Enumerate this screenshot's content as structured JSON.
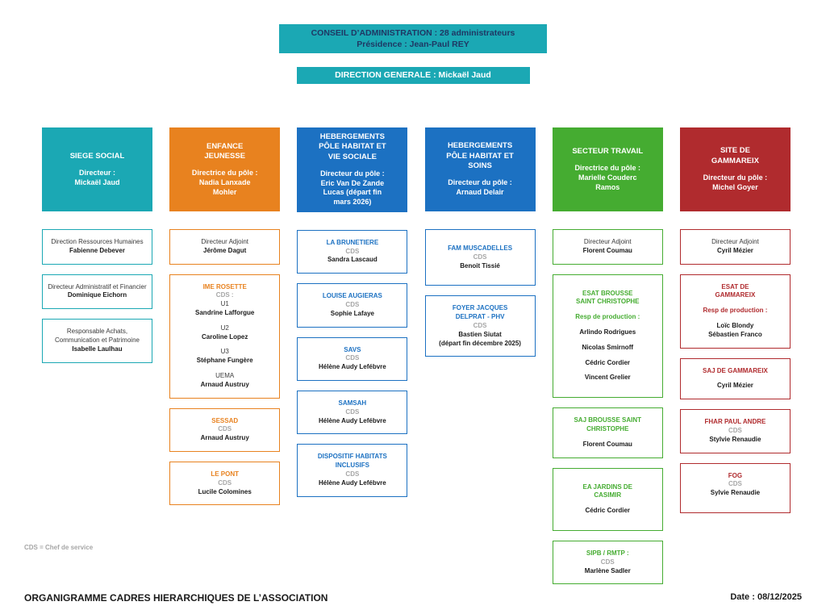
{
  "top": {
    "conseil": {
      "line1": "CONSEIL D’ADMINISTRATION : 28 administrateurs",
      "line2": "Présidence : Jean-Paul REY"
    },
    "direction": {
      "label": "DIRECTION GENERALE : Mickaël Jaud"
    }
  },
  "colors": {
    "teal": "#1BA8B4",
    "orange": "#E8821F",
    "blue": "#1C71C2",
    "green": "#45AC31",
    "red": "#B02B2E",
    "cds_gray": "#A6A6A6",
    "navy_text": "#1F3864"
  },
  "columns": [
    {
      "id": "siege-social",
      "accent": "#1BA8B4",
      "header": {
        "title": [
          "SIEGE SOCIAL"
        ],
        "subtitle": [
          "Directeur :",
          "Mickaël Jaud"
        ]
      },
      "boxes": [
        {
          "lines": [
            {
              "t": "Direction Ressources Humaines",
              "k": "plain"
            },
            {
              "t": "Fabienne Debever",
              "k": "name"
            }
          ]
        },
        {
          "lines": [
            {
              "t": "Directeur Administratif et Financier",
              "k": "plain"
            },
            {
              "t": "Dominique Eichorn",
              "k": "name"
            }
          ]
        },
        {
          "lines": [
            {
              "t": "Responsable Achats, Communication et Patrimoine",
              "k": "plain"
            },
            {
              "t": "Isabelle Laulhau",
              "k": "name"
            }
          ]
        }
      ]
    },
    {
      "id": "enfance-jeunesse",
      "accent": "#E8821F",
      "header": {
        "title": [
          "ENFANCE",
          "JEUNESSE"
        ],
        "subtitle": [
          "Directrice du pôle :",
          "Nadia Lanxade",
          "Mohler"
        ]
      },
      "boxes": [
        {
          "lines": [
            {
              "t": "Directeur Adjoint",
              "k": "plain"
            },
            {
              "t": "Jérôme Dagut",
              "k": "name"
            }
          ]
        },
        {
          "lines": [
            {
              "t": "IME ROSETTE",
              "k": "service"
            },
            {
              "t": "CDS :",
              "k": "cds"
            },
            {
              "t": "U1",
              "k": "plain"
            },
            {
              "t": "Sandrine Lafforgue",
              "k": "name"
            },
            {
              "t": "",
              "k": "space"
            },
            {
              "t": "U2",
              "k": "plain"
            },
            {
              "t": "Caroline Lopez",
              "k": "name"
            },
            {
              "t": "",
              "k": "space"
            },
            {
              "t": "U3",
              "k": "plain"
            },
            {
              "t": "Stéphane Fungère",
              "k": "name"
            },
            {
              "t": "",
              "k": "space"
            },
            {
              "t": "UEMA",
              "k": "plain"
            },
            {
              "t": "Arnaud Austruy",
              "k": "name"
            }
          ]
        },
        {
          "lines": [
            {
              "t": "SESSAD",
              "k": "service"
            },
            {
              "t": "CDS",
              "k": "cds"
            },
            {
              "t": "Arnaud Austruy",
              "k": "name"
            }
          ]
        },
        {
          "lines": [
            {
              "t": "LE PONT",
              "k": "service"
            },
            {
              "t": "CDS",
              "k": "cds"
            },
            {
              "t": "Lucile Colomines",
              "k": "name"
            }
          ]
        }
      ]
    },
    {
      "id": "hebergements-vie-sociale",
      "accent": "#1C71C2",
      "header": {
        "title": [
          "HEBERGEMENTS",
          "PÔLE HABITAT ET",
          "VIE SOCIALE"
        ],
        "subtitle": [
          "Directeur du pôle :",
          "Eric Van De Zande",
          "Lucas (départ fin",
          "mars 2026)"
        ]
      },
      "boxes": [
        {
          "lines": [
            {
              "t": "LA BRUNETIERE",
              "k": "service"
            },
            {
              "t": "CDS",
              "k": "cds"
            },
            {
              "t": "Sandra Lascaud",
              "k": "name"
            }
          ]
        },
        {
          "lines": [
            {
              "t": "LOUISE AUGIERAS",
              "k": "service"
            },
            {
              "t": "CDS",
              "k": "cds"
            },
            {
              "t": "Sophie Lafaye",
              "k": "name"
            }
          ]
        },
        {
          "lines": [
            {
              "t": "SAVS",
              "k": "service"
            },
            {
              "t": "CDS",
              "k": "cds"
            },
            {
              "t": "Hélène Audy Lefébvre",
              "k": "name"
            }
          ]
        },
        {
          "lines": [
            {
              "t": "SAMSAH",
              "k": "service"
            },
            {
              "t": "CDS",
              "k": "cds"
            },
            {
              "t": "Hélène Audy Lefébvre",
              "k": "name"
            }
          ]
        },
        {
          "lines": [
            {
              "t": "DISPOSITIF HABITATS INCLUSIFS",
              "k": "service"
            },
            {
              "t": "CDS",
              "k": "cds"
            },
            {
              "t": "Hélène Audy Lefébvre",
              "k": "name"
            }
          ]
        }
      ]
    },
    {
      "id": "hebergements-soins",
      "accent": "#1C71C2",
      "header": {
        "title": [
          "HEBERGEMENTS",
          "PÔLE HABITAT ET",
          "SOINS"
        ],
        "subtitle": [
          "Directeur du pôle :",
          "Arnaud Delair"
        ]
      },
      "boxes": [
        {
          "lines": [
            {
              "t": "",
              "k": "space"
            },
            {
              "t": "FAM MUSCADELLES",
              "k": "service"
            },
            {
              "t": "CDS",
              "k": "cds"
            },
            {
              "t": "Benoit Tissié",
              "k": "name"
            },
            {
              "t": "",
              "k": "space"
            }
          ]
        },
        {
          "lines": [
            {
              "t": "FOYER JACQUES",
              "k": "service"
            },
            {
              "t": "DELPRAT - PHV",
              "k": "service"
            },
            {
              "t": "CDS",
              "k": "cds"
            },
            {
              "t": "Bastien Siutat",
              "k": "name"
            },
            {
              "t": "(départ fin décembre 2025)",
              "k": "name"
            }
          ]
        }
      ]
    },
    {
      "id": "secteur-travail",
      "accent": "#45AC31",
      "header": {
        "title": [
          "SECTEUR TRAVAIL"
        ],
        "subtitle": [
          "Directrice du pôle :",
          "Marielle Couderc",
          "Ramos"
        ]
      },
      "boxes": [
        {
          "lines": [
            {
              "t": "Directeur Adjoint",
              "k": "plain"
            },
            {
              "t": "Florent Coumau",
              "k": "name"
            }
          ]
        },
        {
          "lines": [
            {
              "t": "",
              "k": "space"
            },
            {
              "t": "ESAT BROUSSE",
              "k": "service"
            },
            {
              "t": "SAINT CHRISTOPHE",
              "k": "service"
            },
            {
              "t": "",
              "k": "space"
            },
            {
              "t": "Resp de production :",
              "k": "service"
            },
            {
              "t": "",
              "k": "space"
            },
            {
              "t": "Arlindo Rodrigues",
              "k": "name"
            },
            {
              "t": "",
              "k": "space"
            },
            {
              "t": "Nicolas Smirnoff",
              "k": "name"
            },
            {
              "t": "",
              "k": "space"
            },
            {
              "t": "Cédric Cordier",
              "k": "name"
            },
            {
              "t": "",
              "k": "space"
            },
            {
              "t": "Vincent Grelier",
              "k": "name"
            },
            {
              "t": "",
              "k": "space"
            }
          ]
        },
        {
          "lines": [
            {
              "t": "SAJ BROUSSE SAINT",
              "k": "service"
            },
            {
              "t": "CHRISTOPHE",
              "k": "service"
            },
            {
              "t": "",
              "k": "space"
            },
            {
              "t": "Florent Coumau",
              "k": "name"
            }
          ]
        },
        {
          "lines": [
            {
              "t": "",
              "k": "space"
            },
            {
              "t": "EA JARDINS DE",
              "k": "service"
            },
            {
              "t": "CASIMIR",
              "k": "service"
            },
            {
              "t": "",
              "k": "space"
            },
            {
              "t": "Cédric Cordier",
              "k": "name"
            },
            {
              "t": "",
              "k": "space"
            }
          ]
        },
        {
          "lines": [
            {
              "t": "SIPB / RMTP :",
              "k": "service"
            },
            {
              "t": "CDS",
              "k": "cds"
            },
            {
              "t": "Marlène Sadler",
              "k": "name"
            }
          ]
        }
      ]
    },
    {
      "id": "site-de-gammareix",
      "accent": "#B02B2E",
      "header": {
        "title": [
          "SITE DE",
          "GAMMAREIX"
        ],
        "subtitle": [
          "Directeur du pôle :",
          "Michel Goyer"
        ]
      },
      "boxes": [
        {
          "lines": [
            {
              "t": "Directeur Adjoint",
              "k": "plain"
            },
            {
              "t": "Cyril Mézier",
              "k": "name"
            }
          ]
        },
        {
          "lines": [
            {
              "t": "ESAT DE",
              "k": "service"
            },
            {
              "t": "GAMMAREIX",
              "k": "service"
            },
            {
              "t": "",
              "k": "space"
            },
            {
              "t": "Resp de production :",
              "k": "service"
            },
            {
              "t": "",
              "k": "space"
            },
            {
              "t": "Loïc Blondy",
              "k": "name"
            },
            {
              "t": "Sébastien Franco",
              "k": "name"
            }
          ]
        },
        {
          "lines": [
            {
              "t": "SAJ DE GAMMAREIX",
              "k": "service"
            },
            {
              "t": "",
              "k": "space"
            },
            {
              "t": "Cyril Mézier",
              "k": "name"
            }
          ]
        },
        {
          "lines": [
            {
              "t": "FHAR PAUL ANDRE",
              "k": "service"
            },
            {
              "t": "CDS",
              "k": "cds"
            },
            {
              "t": "Stylvie Renaudie",
              "k": "name"
            }
          ]
        },
        {
          "lines": [
            {
              "t": "FOG",
              "k": "service"
            },
            {
              "t": "CDS",
              "k": "cds"
            },
            {
              "t": "Sylvie Renaudie",
              "k": "name"
            },
            {
              "t": "",
              "k": "space"
            }
          ]
        }
      ]
    }
  ],
  "footer": {
    "legend": "CDS = Chef de service",
    "title": "ORGANIGRAMME CADRES HIERARCHIQUES DE L’ASSOCIATION",
    "date": "Date : 08/12/2025"
  }
}
